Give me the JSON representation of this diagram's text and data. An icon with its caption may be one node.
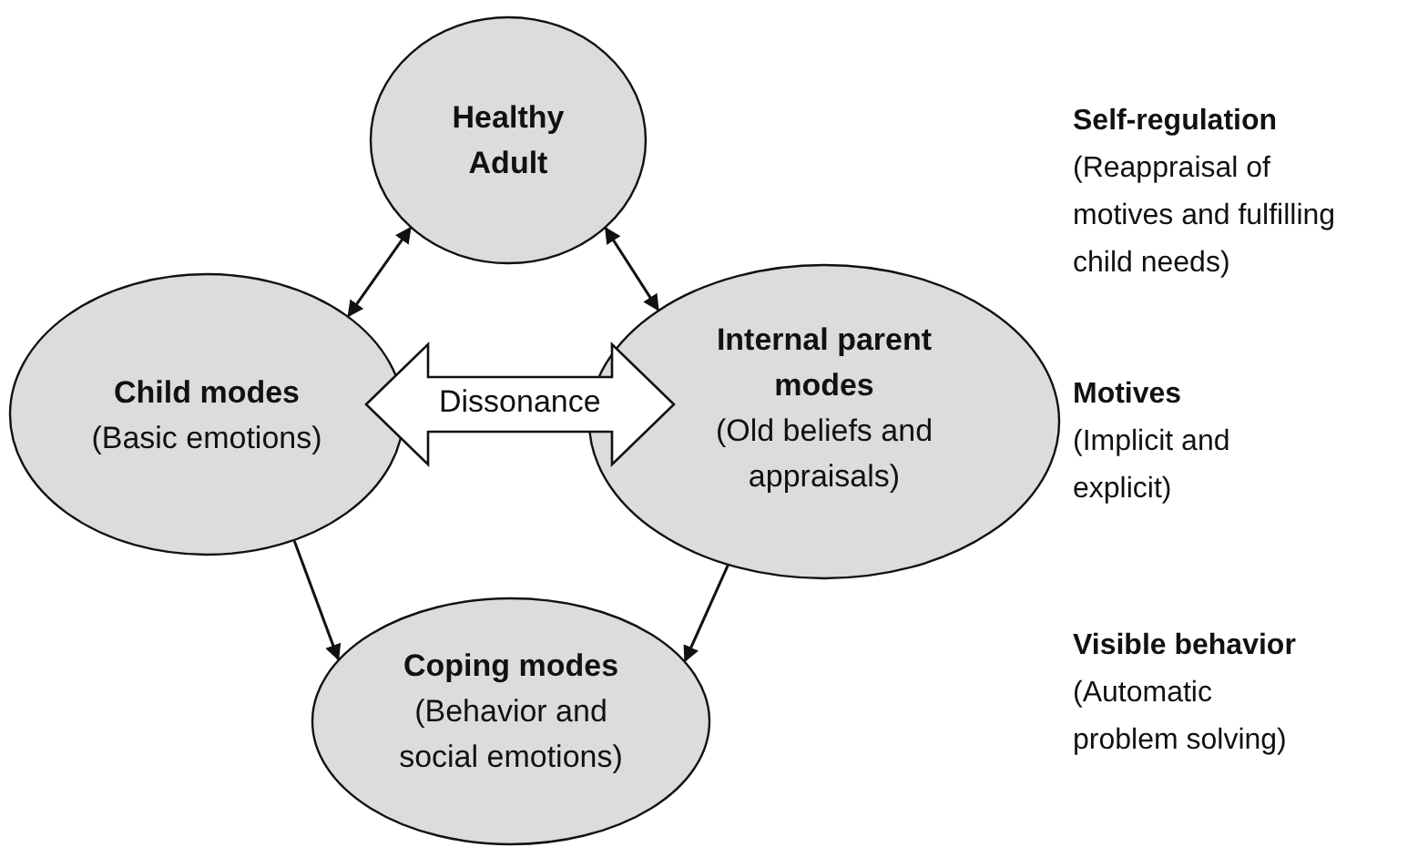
{
  "diagram": {
    "nodes": [
      {
        "text": [
          "Healthy Adult"
        ]
      },
      {
        "text": [
          "Child modes",
          "(Basic emotions)"
        ]
      },
      {
        "text": [
          "Internal parent modes",
          "(Old beliefs and appraisals)"
        ]
      },
      {
        "text": [
          "Coping modes",
          "(Behavior and social emotions)"
        ]
      }
    ],
    "edges": [
      {
        "from": 0,
        "to": 1,
        "arrow": "both"
      },
      {
        "from": 0,
        "to": 2,
        "arrow": "both"
      },
      {
        "from": 1,
        "to": 3,
        "arrow": "to"
      },
      {
        "from": 2,
        "to": 3,
        "arrow": "to"
      },
      {
        "from": 1,
        "to": 2,
        "arrow": "both",
        "label": "Dissonance",
        "style": "thick"
      }
    ],
    "labels": [
      "Self-regulation",
      "(Reappraisal of motives and fulfilling child needs)",
      "Motives",
      "(Implicit and explicit)",
      "Visible behavior",
      "(Automatic problem solving)"
    ]
  }
}
